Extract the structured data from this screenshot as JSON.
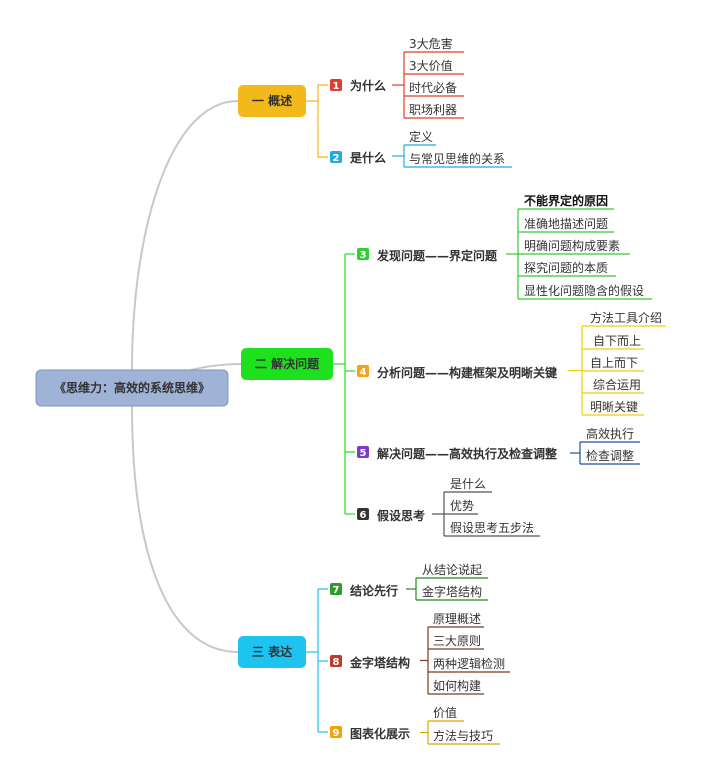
{
  "root": {
    "label": "《思维力：高效的系统思维》"
  },
  "colors": {
    "connector": "#c8c8c8",
    "root_fill": "#9fb3d6",
    "sec1": "#f3b81a",
    "sec2": "#1ee11e",
    "sec3": "#1ec3f0",
    "b1": "#e23c2c",
    "b2": "#26a9e0",
    "b3": "#33cc33",
    "b4": "#f5a21a",
    "b5": "#7a3cc9",
    "b6": "#333333",
    "b7": "#2e9b2e",
    "b8": "#c0392b",
    "b9": "#f0a500",
    "leaf_red": "#e23c2c",
    "leaf_blue": "#26a9e0",
    "leaf_green": "#33cc33",
    "leaf_yellow": "#f0d000",
    "leaf_navy": "#1f4fa8",
    "leaf_gray": "#555555",
    "leaf_dgreen": "#1f8a1f",
    "leaf_brown": "#7a3b1a",
    "leaf_amber": "#d9a800"
  },
  "sections": [
    {
      "label": "一 概述",
      "branches": [
        {
          "num": "1",
          "label": "为什么",
          "leaves": [
            "3大危害",
            "3大价值",
            "时代必备",
            "职场利器"
          ]
        },
        {
          "num": "2",
          "label": "是什么",
          "leaves": [
            "定义",
            "与常见思维的关系"
          ]
        }
      ]
    },
    {
      "label": "二 解决问题",
      "branches": [
        {
          "num": "3",
          "label": "发现问题——界定问题",
          "leaves": [
            "不能界定的原因",
            "准确地描述问题",
            "明确问题构成要素",
            "探究问题的本质",
            "显性化问题隐含的假设"
          ]
        },
        {
          "num": "4",
          "label": "分析问题——构建框架及明晰关键",
          "leaves": [
            "方法工具介绍",
            "自下而上",
            "自上而下",
            "综合运用",
            "明晰关键"
          ]
        },
        {
          "num": "5",
          "label": "解决问题——高效执行及检查调整",
          "leaves": [
            "高效执行",
            "检查调整"
          ]
        },
        {
          "num": "6",
          "label": "假设思考",
          "leaves": [
            "是什么",
            "优势",
            "假设思考五步法"
          ]
        }
      ]
    },
    {
      "label": "三 表达",
      "branches": [
        {
          "num": "7",
          "label": "结论先行",
          "leaves": [
            "从结论说起",
            "金字塔结构"
          ]
        },
        {
          "num": "8",
          "label": "金字塔结构",
          "leaves": [
            "原理概述",
            "三大原则",
            "两种逻辑检测",
            "如何构建"
          ]
        },
        {
          "num": "9",
          "label": "图表化展示",
          "leaves": [
            "价值",
            "方法与技巧"
          ]
        }
      ]
    }
  ]
}
